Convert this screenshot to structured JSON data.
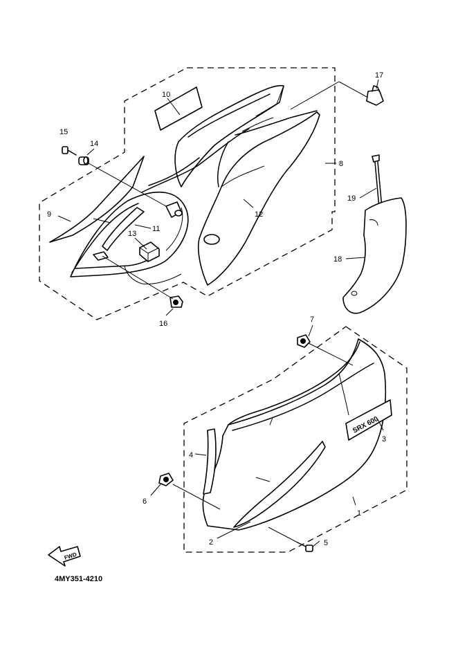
{
  "diagram_code": "4MY351-4210",
  "fwd_label": "FWD",
  "emblem_text": "SRX 600",
  "callouts": [
    {
      "id": "1",
      "label": "1"
    },
    {
      "id": "2",
      "label": "2"
    },
    {
      "id": "3",
      "label": "3"
    },
    {
      "id": "4",
      "label": "4"
    },
    {
      "id": "5",
      "label": "5"
    },
    {
      "id": "6",
      "label": "6"
    },
    {
      "id": "7",
      "label": "7"
    },
    {
      "id": "8",
      "label": "8"
    },
    {
      "id": "9",
      "label": "9"
    },
    {
      "id": "10",
      "label": "10"
    },
    {
      "id": "11",
      "label": "11"
    },
    {
      "id": "12",
      "label": "12"
    },
    {
      "id": "13",
      "label": "13"
    },
    {
      "id": "14",
      "label": "14"
    },
    {
      "id": "15",
      "label": "15"
    },
    {
      "id": "16",
      "label": "16"
    },
    {
      "id": "17",
      "label": "17"
    },
    {
      "id": "18",
      "label": "18"
    },
    {
      "id": "19",
      "label": "19"
    }
  ]
}
